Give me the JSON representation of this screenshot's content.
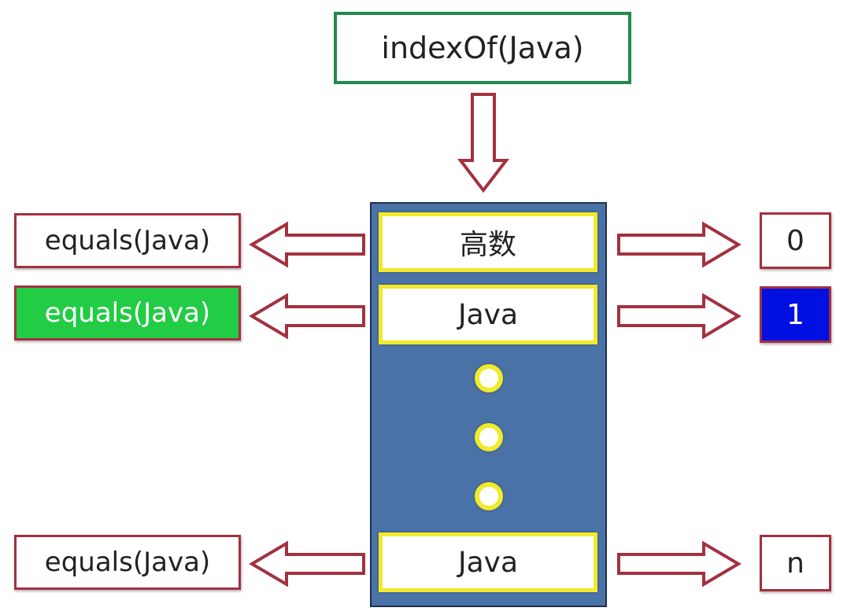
{
  "call": {
    "label": "indexOf(Java)"
  },
  "list": {
    "items": [
      "高数",
      "Java",
      "Java"
    ]
  },
  "comparisons": {
    "labels": [
      "equals(Java)",
      "equals(Java)",
      "equals(Java)"
    ],
    "matched_index": 1
  },
  "indices": {
    "labels": [
      "0",
      "1",
      "n"
    ]
  },
  "colors": {
    "call_border": "#1f8a4c",
    "arrow_stroke": "#a3313f",
    "list_background": "#4a72a6",
    "item_border": "#f0ea2c",
    "match_equals": "#22cc44",
    "match_index": "#0010e0"
  }
}
